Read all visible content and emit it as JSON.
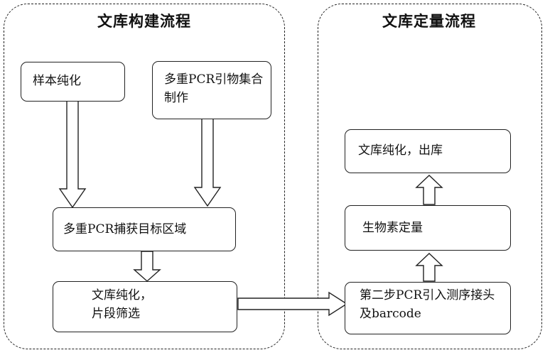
{
  "panels": {
    "left": {
      "title": "文库构建流程"
    },
    "right": {
      "title": "文库定量流程"
    }
  },
  "boxes": {
    "sample_purify": "样本纯化",
    "primer_prep": "多重PCR引物集合制作",
    "multiplex_pcr": "多重PCR捕获目标区域",
    "lib_purify_select": "文库纯化，片段筛选",
    "second_pcr": "第二步PCR引入测序接头及barcode",
    "biotin_quant": "生物素定量",
    "lib_purify_out": "文库纯化，出库"
  }
}
